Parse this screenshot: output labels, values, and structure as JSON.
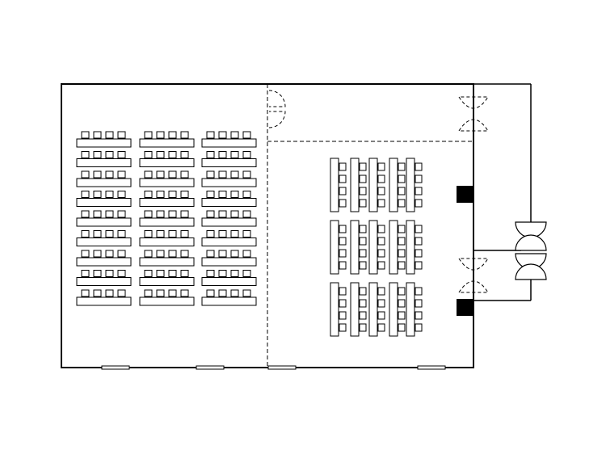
{
  "plan": {
    "rooms": [
      {
        "id": "room-left",
        "layout": "classroom",
        "rows": 9,
        "groups": 3,
        "chairs_per_group": 4
      },
      {
        "id": "room-right",
        "layout": "conference-blocks",
        "blocks": 3,
        "tables_per_block": 5,
        "chairs_per_table": 4
      }
    ],
    "doors": {
      "partition_door": "dashed",
      "corridor_doors": 2,
      "exterior_double_doors": 2
    },
    "pillars": 2,
    "windows": 4,
    "colors": {
      "line": "#000000",
      "background": "#ffffff",
      "fill": "#ffffff"
    }
  }
}
